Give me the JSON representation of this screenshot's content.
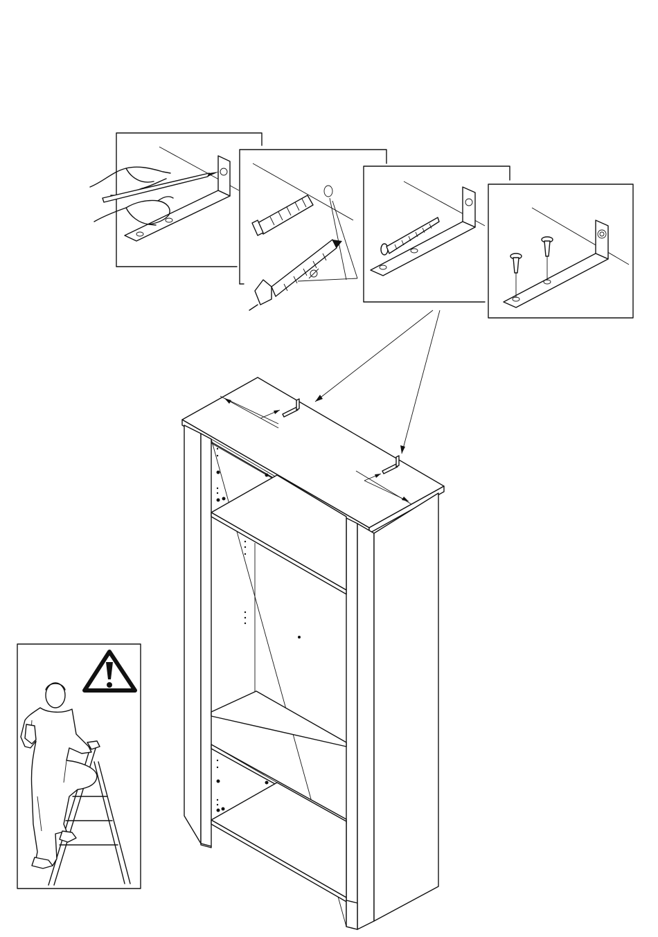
{
  "page": {
    "background": "#ffffff",
    "line_color": "#111111"
  },
  "steps": [
    {
      "id": "mark-hole",
      "icon": "pencil-icon"
    },
    {
      "id": "drill-and-plug",
      "icon": "wall-plug-icon"
    },
    {
      "id": "screw-to-wall",
      "icon": "screw-icon"
    },
    {
      "id": "screw-to-cabinet",
      "icon": "screw-icon"
    }
  ],
  "warning": {
    "icon": "warning-triangle-icon"
  },
  "product": {
    "icon": "bookcase-icon"
  }
}
